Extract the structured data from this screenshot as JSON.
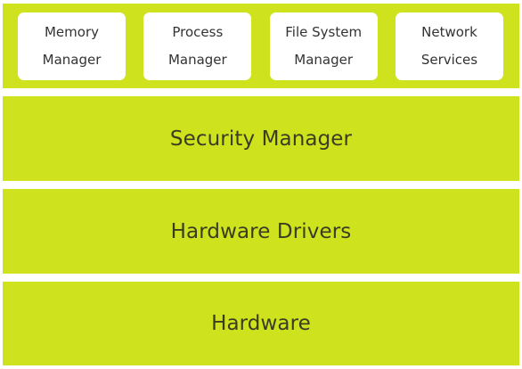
{
  "top_layer": {
    "modules": [
      {
        "line1": "Memory",
        "line2": "Manager"
      },
      {
        "line1": "Process",
        "line2": "Manager"
      },
      {
        "line1": "File System",
        "line2": "Manager"
      },
      {
        "line1": "Network",
        "line2": "Services"
      }
    ]
  },
  "layers": {
    "security": "Security Manager",
    "drivers": "Hardware Drivers",
    "hardware": "Hardware"
  },
  "colors": {
    "layer_fill": "#cfe21e",
    "module_fill": "#ffffff",
    "text": "#333333"
  }
}
